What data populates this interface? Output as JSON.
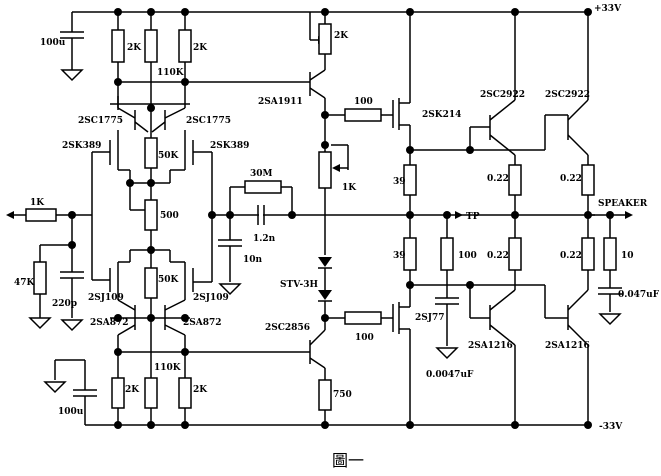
{
  "supply": {
    "positive": "+33V",
    "negative": "-33V"
  },
  "output": {
    "speaker": "SPEAKER",
    "tp": "TP"
  },
  "input": {
    "series_resistor": "1K",
    "shunt_resistor": "47K",
    "shunt_cap": "220p"
  },
  "caption": "圖一",
  "labels": {
    "cap_top": "100u",
    "cap_bot": "100u",
    "r_top_a": "2K",
    "r_top_b": "110K",
    "r_top_c": "2K",
    "r_bot_a": "2K",
    "r_bot_b": "110K",
    "r_bot_c": "2K",
    "q1": "2SC1775",
    "q2": "2SC1775",
    "q3": "2SK389",
    "q4": "2SK389",
    "r_50k_top": "50K",
    "r_500": "500",
    "r_50k_bot": "50K",
    "q5": "2SJ109",
    "q6": "2SJ109",
    "q7": "2SA872",
    "q8": "2SA872",
    "fb_r": "30M",
    "fb_c": "1.2n",
    "fb_c2": "10n",
    "vas_pot": "2K",
    "vas_top": "2SA1911",
    "vas_bot": "2SC2856",
    "vas_r": "750",
    "bias_pot": "1K",
    "diode": "STV-3H",
    "gate_r_top": "100",
    "gate_r_bot": "100",
    "fet_top": "2SK214",
    "fet_bot": "2SJ77",
    "r39_top": "39",
    "r39_bot": "39",
    "zob_r": "100",
    "zob_c": "0.0047uF",
    "out_top_a": "2SC2922",
    "out_top_b": "2SC2922",
    "out_bot_a": "2SA1216",
    "out_bot_b": "2SA1216",
    "re_a": "0.22",
    "re_b": "0.22",
    "re_c": "0.22",
    "re_d": "0.22",
    "spk_r": "10",
    "spk_c": "0.047uF"
  }
}
